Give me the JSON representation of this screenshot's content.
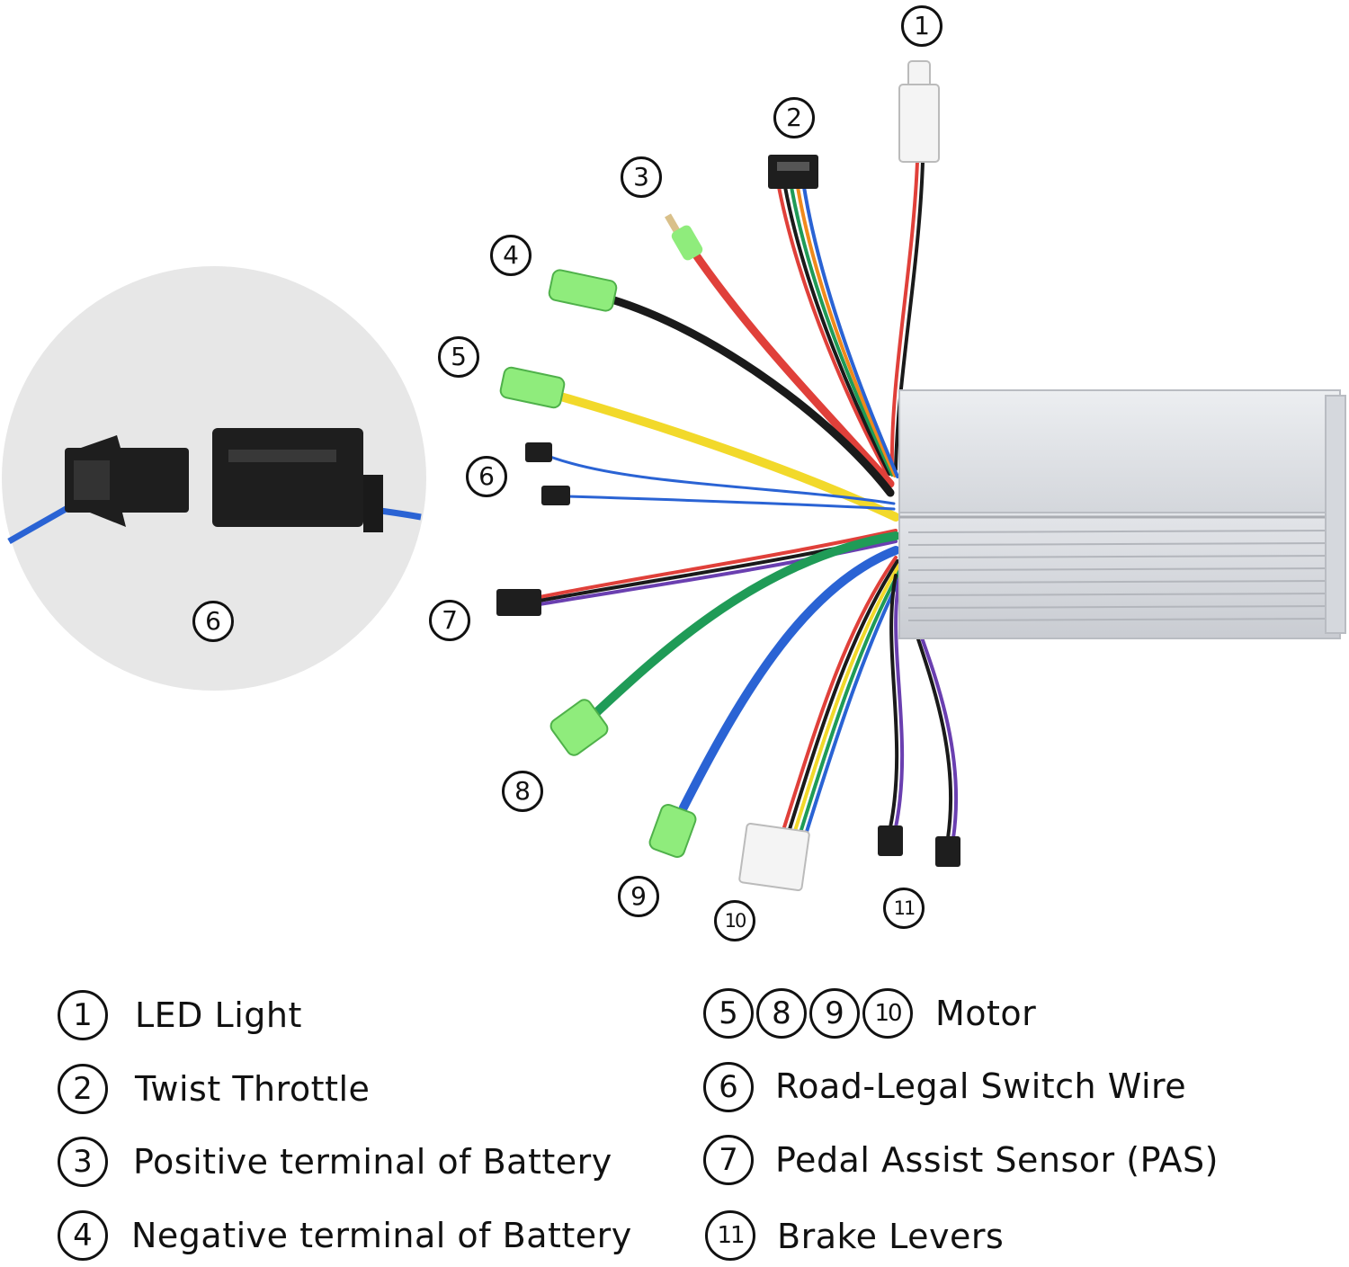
{
  "callouts": {
    "c1": "1",
    "c2": "2",
    "c3": "3",
    "c4": "4",
    "c5": "5",
    "c6": "6",
    "c7": "7",
    "c8": "8",
    "c9": "9",
    "c10": "10",
    "c11": "11",
    "inset": "6"
  },
  "legend": {
    "left": [
      {
        "num": "1",
        "label": "LED Light"
      },
      {
        "num": "2",
        "label": "Twist Throttle"
      },
      {
        "num": "3",
        "label": "Positive terminal of Battery"
      },
      {
        "num": "4",
        "label": "Negative terminal of Battery"
      }
    ],
    "motor": {
      "nums": [
        "5",
        "8",
        "9",
        "10"
      ],
      "label": "Motor"
    },
    "right": [
      {
        "num": "6",
        "label": "Road-Legal Switch Wire"
      },
      {
        "num": "7",
        "label": "Pedal Assist Sensor (PAS)"
      },
      {
        "num": "11",
        "label": "Brake Levers"
      }
    ]
  },
  "colors": {
    "red": "#e0403a",
    "black": "#1a1a1a",
    "yellow": "#f2d92a",
    "blue": "#2a63d4",
    "green": "#1f9b57",
    "orange": "#f08a1c",
    "purple": "#6a3fb0",
    "connector_green": "#8fec7c",
    "housing": "#d8dbe0",
    "inset_bg": "#e7e7e7"
  }
}
